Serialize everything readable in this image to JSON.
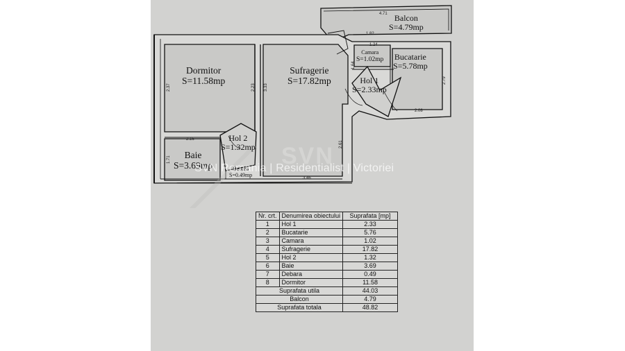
{
  "rooms": {
    "balcon": {
      "name": "Balcon",
      "area": "S=4.79mp"
    },
    "camara": {
      "name": "Camara",
      "area": "S=1.02mp"
    },
    "bucatarie": {
      "name": "Bucatarie",
      "area": "S=5.78mp"
    },
    "dormitor": {
      "name": "Dormitor",
      "area": "S=11.58mp"
    },
    "sufragerie": {
      "name": "Sufragerie",
      "area": "S=17.82mp"
    },
    "hol1": {
      "name": "Hol 1",
      "area": "S=2.33mp"
    },
    "hol2": {
      "name": "Hol 2",
      "area": "S=1.32mp"
    },
    "baie": {
      "name": "Baie",
      "area": "S=3.69mp"
    },
    "debara": {
      "name": "Debara",
      "area": "S=0.49mp"
    }
  },
  "dimensions": {
    "balcon_len": "4.71",
    "d182": "1.82",
    "d124": "1.24",
    "d164": "1.64",
    "d279": "2.79",
    "d208": "2.08",
    "d237": "2.37",
    "d223": "2.23",
    "d333": "3.33",
    "d216": "2.16",
    "d171": "1.71",
    "d261": "2.61",
    "d346": "3.46"
  },
  "watermark": "SVN Romania | Residentialist | Victoriei",
  "watermark_logo": "SVN",
  "table": {
    "headers": {
      "nr": "Nr. crt.",
      "name": "Denumirea obiectului",
      "area": "Suprafata [mp]"
    },
    "rows": [
      {
        "nr": "1",
        "name": "Hol 1",
        "area": "2.33"
      },
      {
        "nr": "2",
        "name": "Bucatarie",
        "area": "5.76"
      },
      {
        "nr": "3",
        "name": "Camara",
        "area": "1.02"
      },
      {
        "nr": "4",
        "name": "Sufragerie",
        "area": "17.82"
      },
      {
        "nr": "5",
        "name": "Hol 2",
        "area": "1.32"
      },
      {
        "nr": "6",
        "name": "Baie",
        "area": "3.69"
      },
      {
        "nr": "7",
        "name": "Debara",
        "area": "0.49"
      },
      {
        "nr": "8",
        "name": "Dormitor",
        "area": "11.58"
      }
    ],
    "totals": [
      {
        "label": "Suprafata utila",
        "value": "44.03"
      },
      {
        "label": "Balcon",
        "value": "4.79"
      },
      {
        "label": "Suprafata totala",
        "value": "48.82"
      }
    ]
  },
  "colors": {
    "paper": "#d2d2d0",
    "ink": "#111111",
    "wall": "#f4f4f2"
  }
}
